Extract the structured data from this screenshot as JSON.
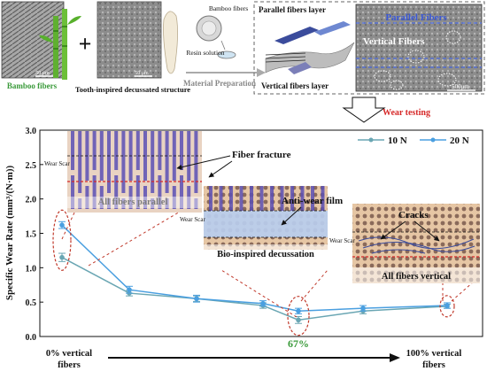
{
  "top": {
    "sem_scale_1": "50 μm",
    "sem_scale_2": "50 μm",
    "bamboo_label": "Bamboo fibers",
    "tooth_label": "Tooth-inspired decussated structure",
    "plus": "+",
    "prep_bamboo": "Bamboo fibers",
    "prep_resin": "Resin solution",
    "prep_title": "Material Preparation",
    "parallel_layer": "Parallel fibers layer",
    "vertical_layer": "Vertical fibers layer",
    "sem_parallel": "Parallel Fibers",
    "sem_vertical": "Vertical Fibers",
    "sem_scale_3": "500μm",
    "wear_testing": "Wear testing"
  },
  "insets": {
    "parallel_title": "All fibers parallel",
    "fiber_fracture": "Fiber fracture",
    "decussation_title": "Bio-inspired decussation",
    "anti_wear": "Anti-wear film",
    "vertical_title": "All fibers vertical",
    "cracks": "Cracks",
    "wear_scar": "Wear Scar"
  },
  "bottom": {
    "left_label_1": "0% vertical",
    "left_label_2": "fibers",
    "right_label_1": "100% vertical",
    "right_label_2": "fibers",
    "percent": "67%"
  },
  "colors": {
    "series_10": "#6aa6b3",
    "series_20": "#4a9fe0",
    "highlight": "#3a9a3a",
    "wear": "#d62828",
    "ellipse": "#c0392b"
  },
  "chart_data": {
    "type": "line",
    "ylabel": "Specific Wear Rate (mm³/(N·m))",
    "ylim": [
      0,
      3.0
    ],
    "yticks": [
      "0.0",
      "0.5",
      "1.0",
      "1.5",
      "2.0",
      "2.5",
      "3.0"
    ],
    "x": [
      0,
      1,
      2,
      3,
      4,
      5,
      6
    ],
    "series": [
      {
        "name": "10 N",
        "values": [
          1.15,
          0.63,
          0.55,
          0.45,
          0.24,
          0.37,
          0.44
        ],
        "errors": [
          0.06,
          0.04,
          0.04,
          0.04,
          0.05,
          0.04,
          0.03
        ]
      },
      {
        "name": "20 N",
        "values": [
          1.62,
          0.68,
          0.55,
          0.48,
          0.37,
          0.41,
          0.45
        ],
        "errors": [
          0.05,
          0.05,
          0.05,
          0.04,
          0.04,
          0.04,
          0.04
        ]
      }
    ]
  }
}
